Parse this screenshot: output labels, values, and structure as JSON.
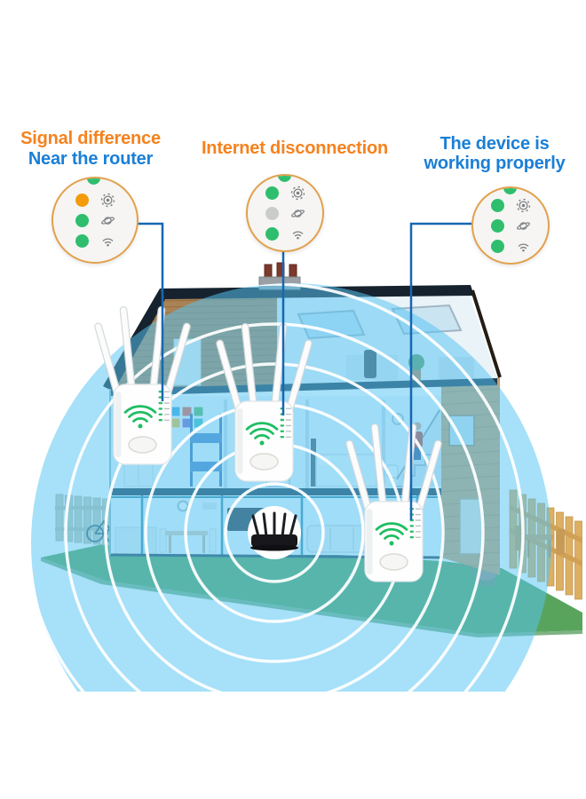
{
  "headings": {
    "near_router": {
      "line1": "Signal difference",
      "line2": "Near the router"
    },
    "disconnection": {
      "line1": "Internet disconnection"
    },
    "working": {
      "line1": "The device is",
      "line2": "working properly"
    }
  },
  "status_circles": [
    {
      "id": "near-router-status",
      "partial_top_led": "green",
      "rows": [
        {
          "led": "orange",
          "icon": "signal-icon"
        },
        {
          "led": "green",
          "icon": "planet-icon"
        },
        {
          "led": "green",
          "icon": "wifi-icon"
        }
      ]
    },
    {
      "id": "disconnection-status",
      "partial_top_led": "green",
      "rows": [
        {
          "led": "green",
          "icon": "signal-icon"
        },
        {
          "led": "gray",
          "icon": "planet-icon"
        },
        {
          "led": "green",
          "icon": "wifi-icon"
        }
      ]
    },
    {
      "id": "working-status",
      "partial_top_led": "green",
      "rows": [
        {
          "led": "green",
          "icon": "signal-icon"
        },
        {
          "led": "green",
          "icon": "planet-icon"
        },
        {
          "led": "green",
          "icon": "wifi-icon"
        }
      ]
    }
  ],
  "colors": {
    "heading_orange": "#F5821E",
    "heading_blue": "#1A7FD6",
    "circle_border": "#E2A14D",
    "circle_bg": "#F6F5F3",
    "led_green": "#2EBE6E",
    "led_orange": "#F49B0B",
    "led_gray": "#C9CDC9",
    "icon_gray": "#7D8184",
    "connector_blue": "#1767B1",
    "coverage_blue": "#56C4F4",
    "wifi_logo_green": "#1FBE62"
  },
  "scene": {
    "repeaters": [
      "wifi-repeater-attic-left",
      "wifi-repeater-middle-floor",
      "wifi-repeater-ground-right"
    ],
    "router": "wireless-router",
    "coverage": "wifi-coverage-circle"
  }
}
